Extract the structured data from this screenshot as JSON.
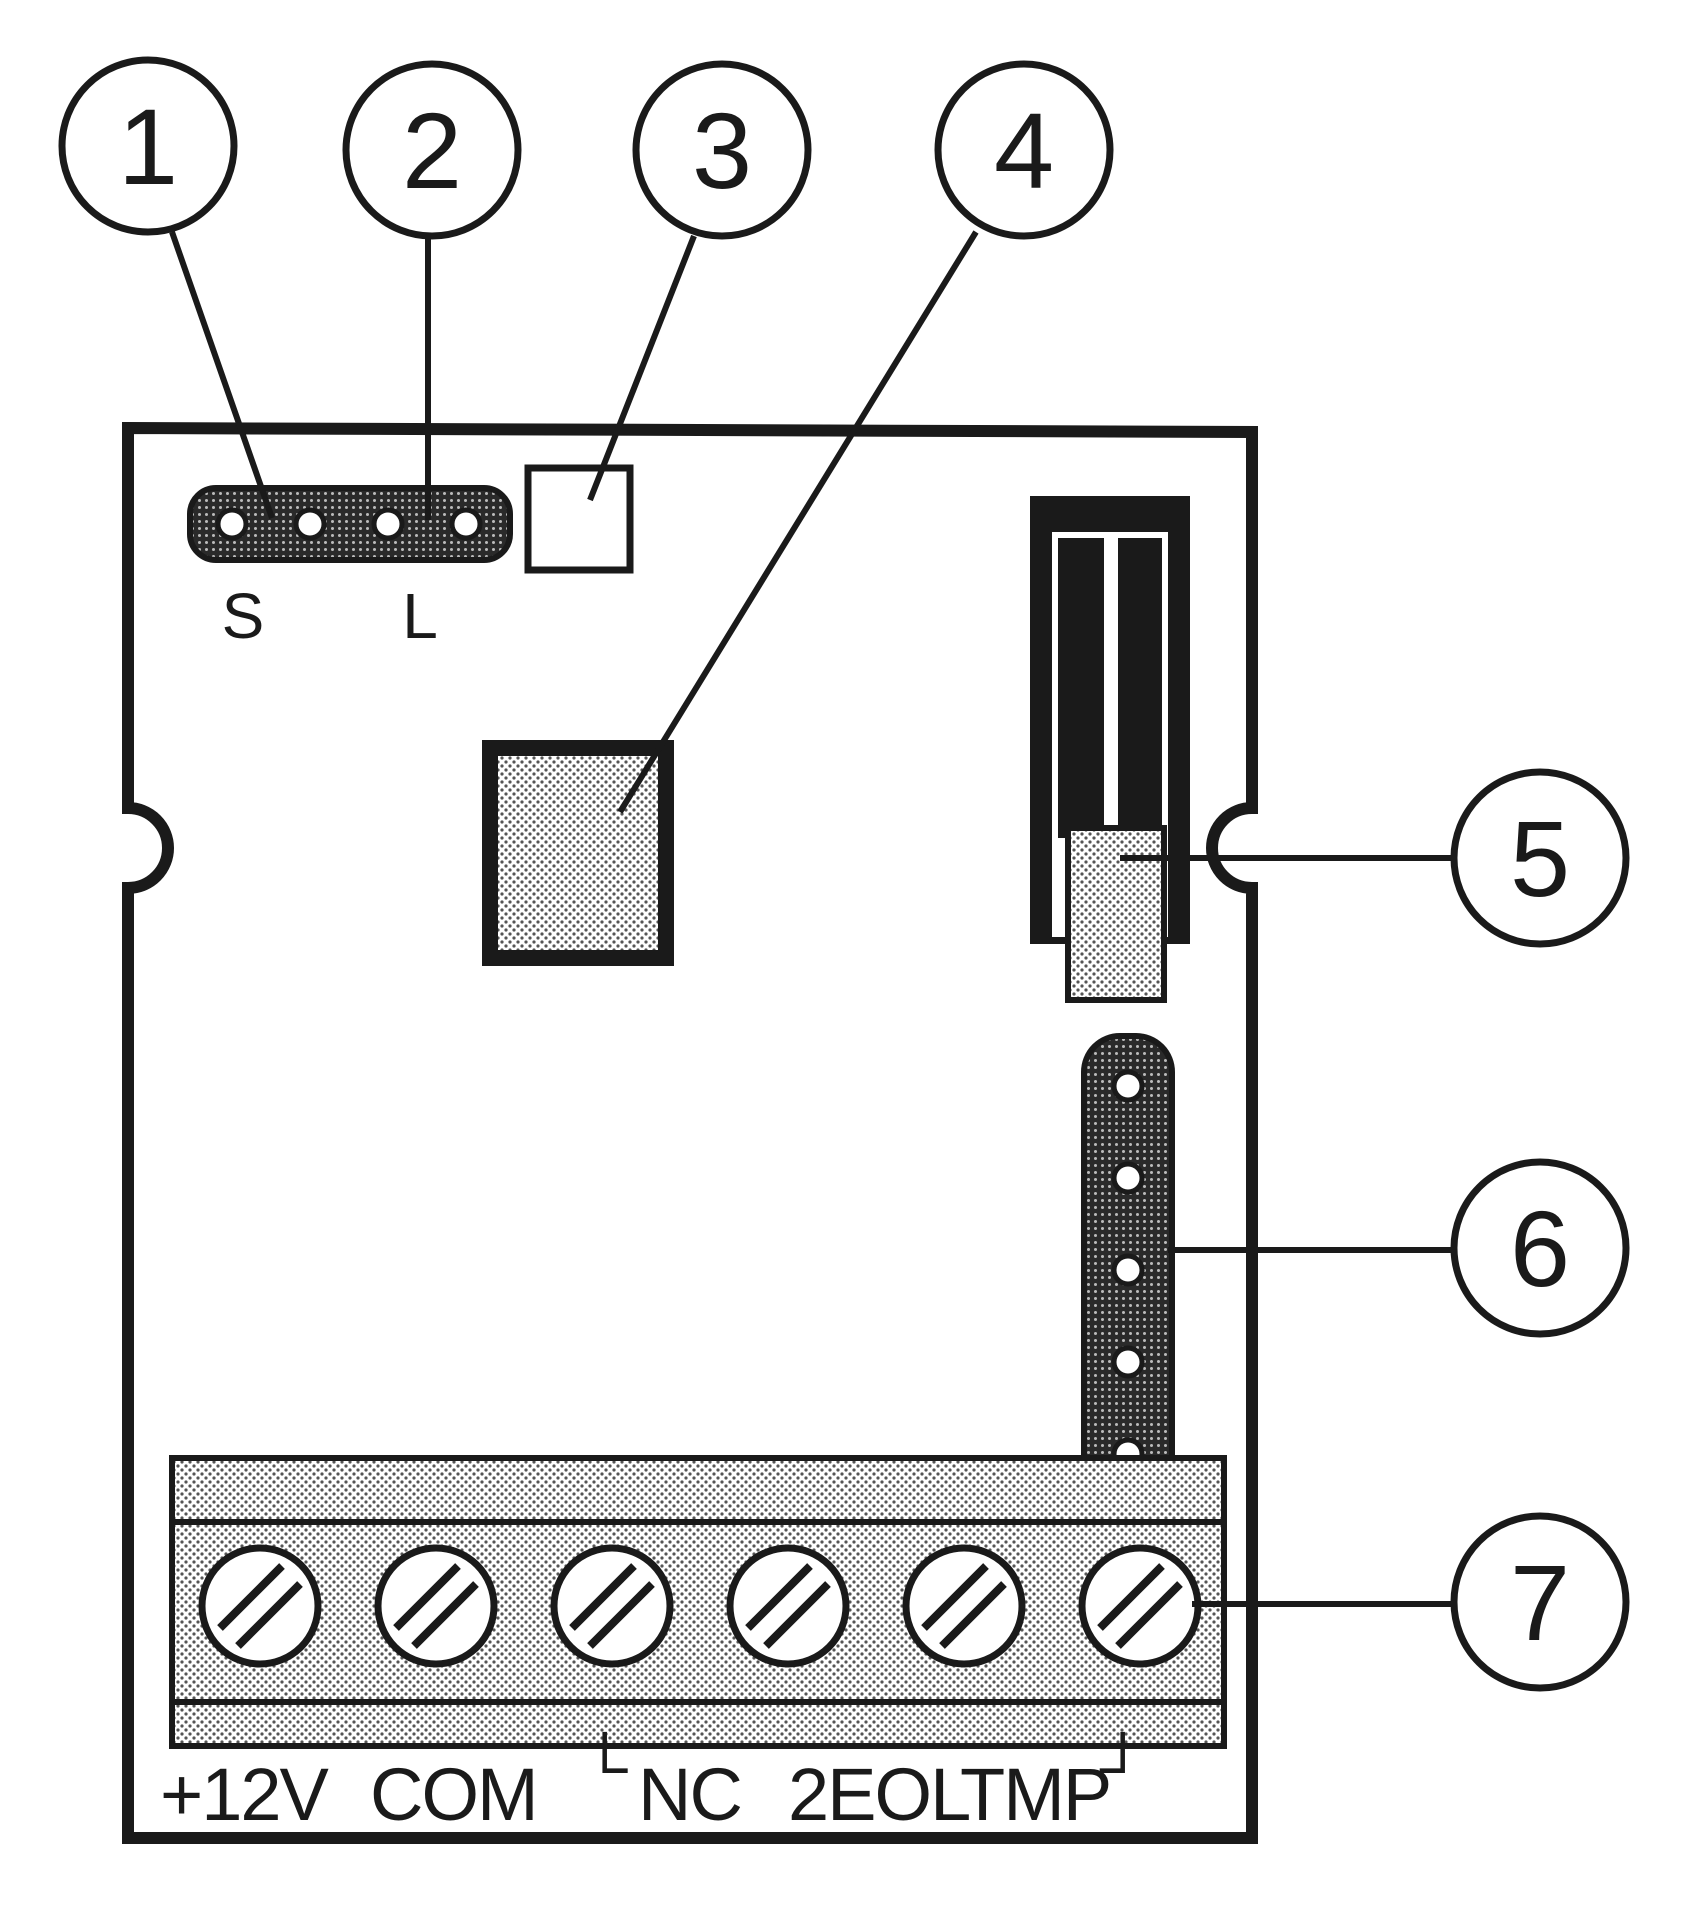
{
  "diagram": {
    "callouts": [
      {
        "id": 1,
        "label": "1"
      },
      {
        "id": 2,
        "label": "2"
      },
      {
        "id": 3,
        "label": "3"
      },
      {
        "id": 4,
        "label": "4"
      },
      {
        "id": 5,
        "label": "5"
      },
      {
        "id": 6,
        "label": "6"
      },
      {
        "id": 7,
        "label": "7"
      }
    ],
    "jumper_labels": {
      "s": "S",
      "l": "L"
    },
    "terminal_labels": {
      "plus12v": "+12V",
      "com": "COM",
      "nc_bracket": "└",
      "nc": "NC",
      "eol": "2EOL",
      "tmp": "TMP",
      "tmp_bracket": "┘"
    },
    "terminal_count": 6,
    "header_pins": 5,
    "colors": {
      "ink": "#1a1a1a",
      "paper": "#ffffff",
      "stipple": "#cfcfcf"
    }
  }
}
